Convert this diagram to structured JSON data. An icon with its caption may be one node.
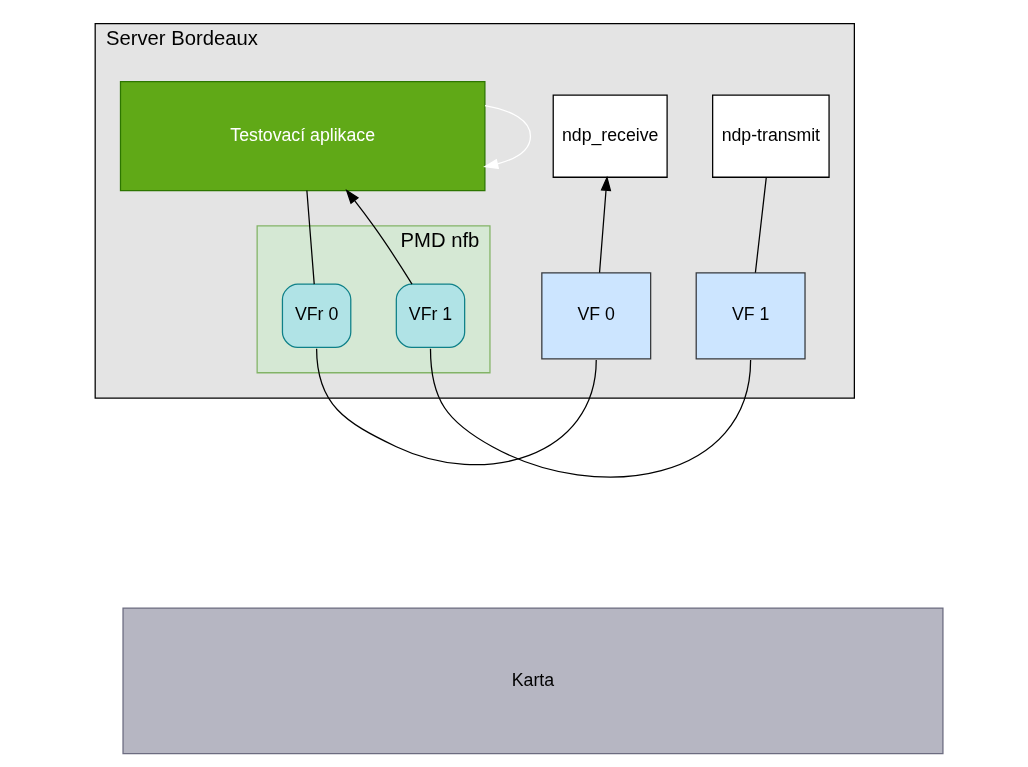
{
  "diagram": {
    "nodes": [
      {
        "text": [
          "Server Bordeaux"
        ]
      },
      {
        "text": [
          "Testovací aplikace"
        ],
        "in": 0
      },
      {
        "text": [
          "ndp_receive"
        ],
        "in": 0
      },
      {
        "text": [
          "ndp-transmit"
        ],
        "in": 0
      },
      {
        "text": [
          "PMD nfb"
        ],
        "in": 0
      },
      {
        "text": [
          "VFr 0"
        ],
        "in": 4
      },
      {
        "text": [
          "VFr 1"
        ],
        "in": 4
      },
      {
        "text": [
          "VF 0"
        ],
        "in": 0
      },
      {
        "text": [
          "VF 1"
        ],
        "in": 0
      },
      {
        "text": [
          "Karta"
        ]
      }
    ],
    "edges": [
      {
        "from": 1,
        "to": 1,
        "arrow": "to",
        "color": "#ffffff"
      },
      {
        "from": 1,
        "to": 5,
        "arrow": "none"
      },
      {
        "from": 5,
        "to": 7,
        "arrow": "none"
      },
      {
        "from": 7,
        "to": 2,
        "arrow": "to"
      },
      {
        "from": 3,
        "to": 8,
        "arrow": "none"
      },
      {
        "from": 8,
        "to": 6,
        "arrow": "none"
      },
      {
        "from": 6,
        "to": 1,
        "arrow": "to"
      }
    ]
  }
}
